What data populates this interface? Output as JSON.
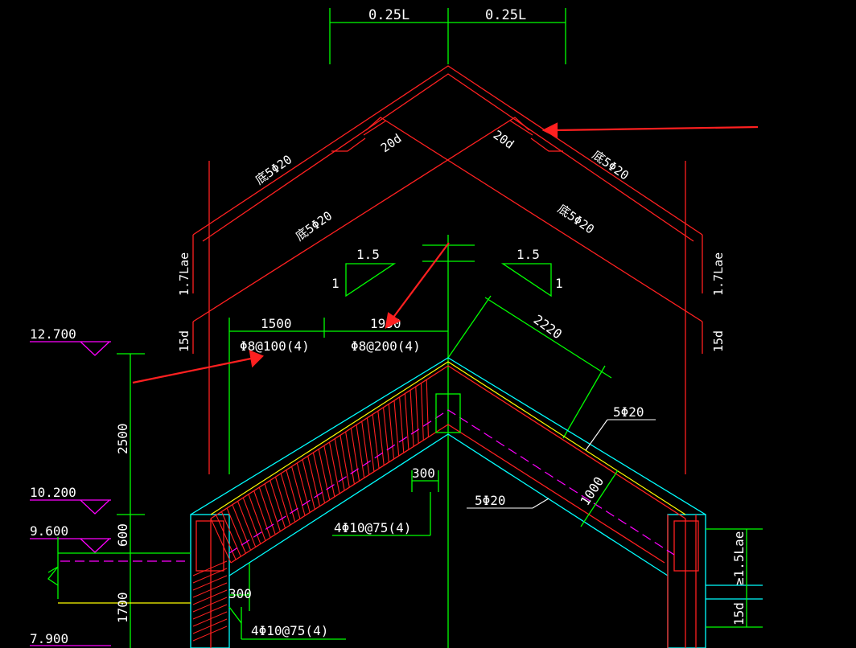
{
  "colors": {
    "background": "#000000",
    "rebar": "#ff2020",
    "dimension": "#00ff00",
    "outline": "#00ffff",
    "level": "#ff00ff",
    "text": "#ffffff",
    "yellow": "#ffff00",
    "arrow": "#ff2020"
  },
  "labels": {
    "top_left_span": "0.25L",
    "top_right_span": "0.25L",
    "hook_left": "20d",
    "hook_right": "20d",
    "top_bar_upper_left": "底5Φ20",
    "top_bar_upper_right": "底5Φ20",
    "top_bar_lower_left": "底5Φ20",
    "top_bar_lower_right": "底5Φ20",
    "anchor_left": "1.7Lae",
    "anchor_right": "1.7Lae",
    "hook_15d_left": "15d",
    "hook_15d_right": "15d",
    "slope_left_top": "1.5",
    "slope_left_side": "1",
    "slope_right_top": "1.5",
    "slope_right_side": "1",
    "dim_1500": "1500",
    "dim_1950": "1950",
    "stirrup_dense": "Φ8@100(4)",
    "stirrup_sparse": "Φ8@200(4)",
    "dim_2220": "2220",
    "bar_top": "5Φ20",
    "bar_bottom": "5Φ20",
    "dim_1000": "1000",
    "dim_300_top": "300",
    "dim_300_bottom": "300",
    "stirrup_beam_1": "4Φ10@75(4)",
    "stirrup_beam_2": "4Φ10@75(4)",
    "anchor_15lae": "≥1.5Lae",
    "hook_15d_bottom": "15d",
    "elev_12700": "12.700",
    "elev_10200": "10.200",
    "elev_9600": "9.600",
    "elev_7900": "7.900",
    "dim_2500": "2500",
    "dim_600": "600",
    "dim_1700": "1700"
  }
}
